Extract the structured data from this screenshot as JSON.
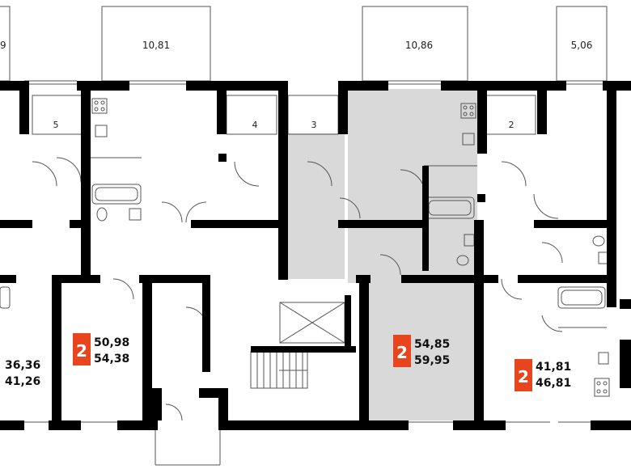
{
  "balconies": [
    {
      "label": "9"
    },
    {
      "label": "10,81"
    },
    {
      "label": "10,86"
    },
    {
      "label": "5,06"
    }
  ],
  "apartment_numbers": [
    {
      "label": "5"
    },
    {
      "label": "4"
    },
    {
      "label": "3"
    },
    {
      "label": "2"
    }
  ],
  "apartments": [
    {
      "rooms": "",
      "area_living": "36,36",
      "area_total": "41,26"
    },
    {
      "rooms": "2",
      "area_living": "50,98",
      "area_total": "54,38"
    },
    {
      "rooms": "2",
      "area_living": "54,85",
      "area_total": "59,95"
    },
    {
      "rooms": "2",
      "area_living": "41,81",
      "area_total": "46,81"
    }
  ],
  "colors": {
    "wall": "#000000",
    "highlight": "#d9d9d9",
    "badge": "#e8441e",
    "thin_line": "#555555"
  }
}
